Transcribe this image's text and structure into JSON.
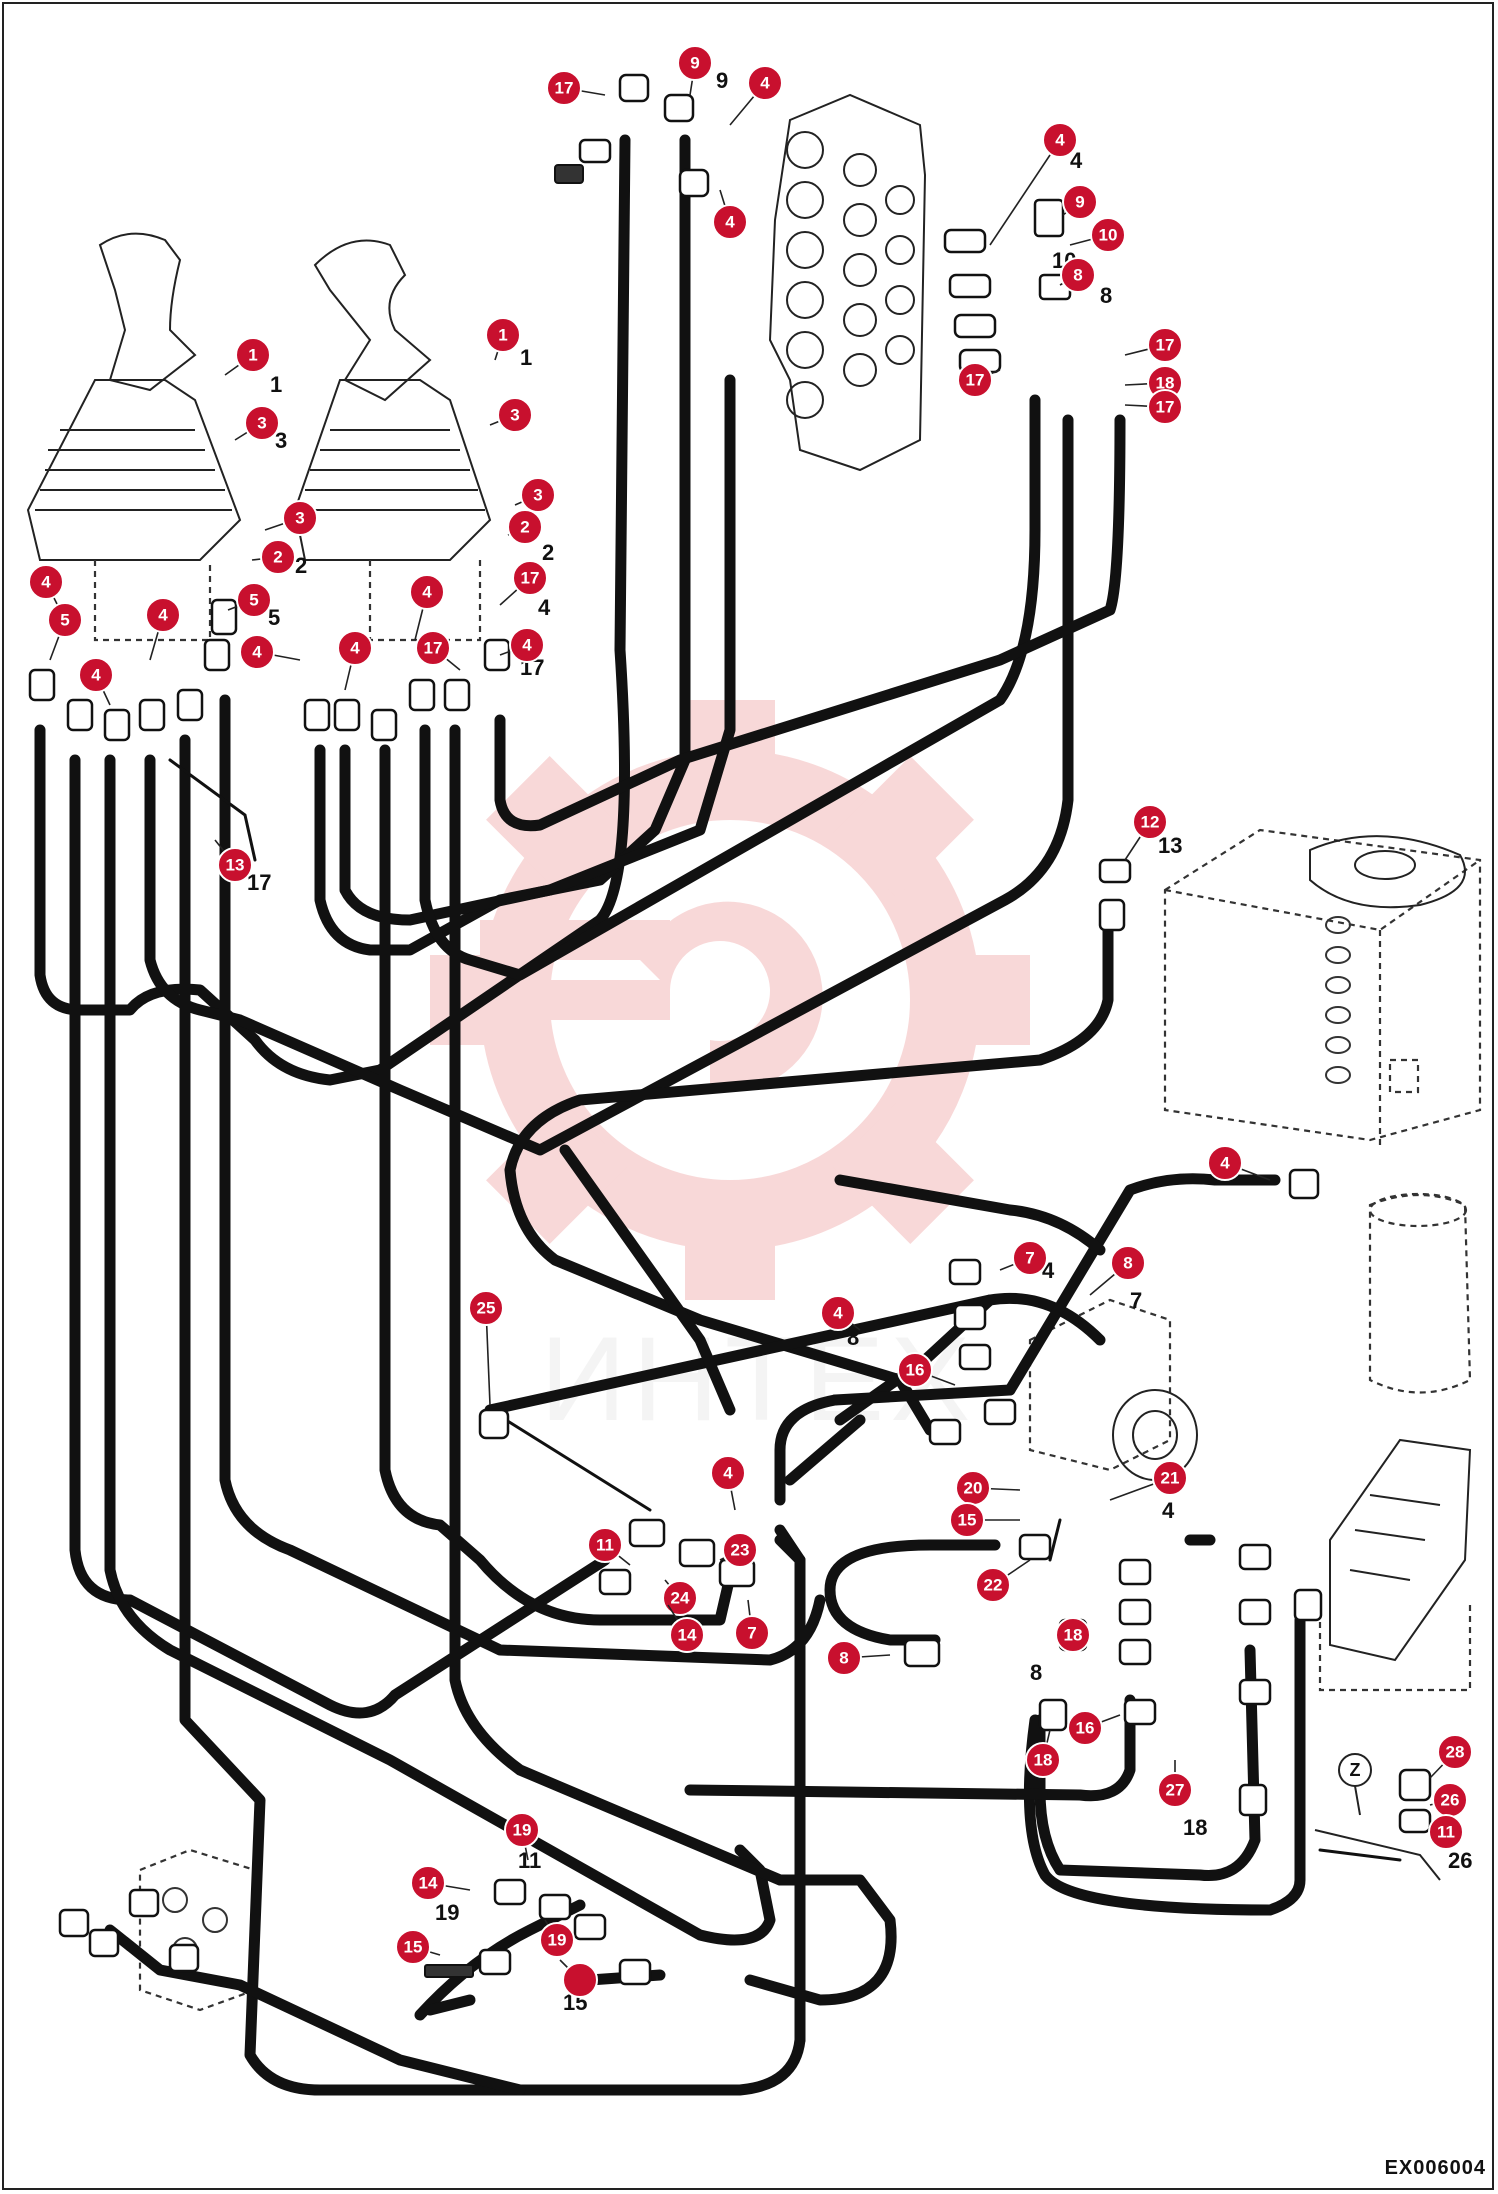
{
  "reference_code": "EX006004",
  "watermark": "ИНТЕХ",
  "view_marker": "Z",
  "callouts": [
    {
      "id": "c1",
      "label": "17"
    },
    {
      "id": "c2",
      "label": "9"
    },
    {
      "id": "c3",
      "label": "4"
    },
    {
      "id": "c4",
      "label": "4"
    },
    {
      "id": "c5",
      "label": "4"
    },
    {
      "id": "c6",
      "label": "9"
    },
    {
      "id": "c7",
      "label": "10"
    },
    {
      "id": "c8",
      "label": "8"
    },
    {
      "id": "c9",
      "label": "17"
    },
    {
      "id": "c10",
      "label": "18"
    },
    {
      "id": "c11",
      "label": "17"
    },
    {
      "id": "c12",
      "label": "17"
    },
    {
      "id": "c13",
      "label": "1"
    },
    {
      "id": "c14",
      "label": "3"
    },
    {
      "id": "c15",
      "label": "3"
    },
    {
      "id": "c16",
      "label": "2"
    },
    {
      "id": "c17",
      "label": "4"
    },
    {
      "id": "c18",
      "label": "5"
    },
    {
      "id": "c19",
      "label": "4"
    },
    {
      "id": "c20",
      "label": "5"
    },
    {
      "id": "c21",
      "label": "4"
    },
    {
      "id": "c22",
      "label": "4"
    },
    {
      "id": "c23",
      "label": "1"
    },
    {
      "id": "c24",
      "label": "3"
    },
    {
      "id": "c25",
      "label": "3"
    },
    {
      "id": "c26",
      "label": "2"
    },
    {
      "id": "c27",
      "label": "4"
    },
    {
      "id": "c28",
      "label": "4"
    },
    {
      "id": "c29",
      "label": "17"
    },
    {
      "id": "c30",
      "label": "4"
    },
    {
      "id": "c31",
      "label": "17"
    },
    {
      "id": "c32",
      "label": "13"
    },
    {
      "id": "c33",
      "label": "12"
    },
    {
      "id": "c34",
      "label": "4"
    },
    {
      "id": "c35",
      "label": "7"
    },
    {
      "id": "c36",
      "label": "8"
    },
    {
      "id": "c37",
      "label": "4"
    },
    {
      "id": "c38",
      "label": "16"
    },
    {
      "id": "c39",
      "label": "25"
    },
    {
      "id": "c40",
      "label": "4"
    },
    {
      "id": "c41",
      "label": "21"
    },
    {
      "id": "c42",
      "label": "20"
    },
    {
      "id": "c43",
      "label": "15"
    },
    {
      "id": "c44",
      "label": "11"
    },
    {
      "id": "c45",
      "label": "23"
    },
    {
      "id": "c46",
      "label": "24"
    },
    {
      "id": "c47",
      "label": "14"
    },
    {
      "id": "c48",
      "label": "7"
    },
    {
      "id": "c49",
      "label": "22"
    },
    {
      "id": "c50",
      "label": "8"
    },
    {
      "id": "c51",
      "label": "18"
    },
    {
      "id": "c52",
      "label": "16"
    },
    {
      "id": "c53",
      "label": "18"
    },
    {
      "id": "c54",
      "label": "27"
    },
    {
      "id": "c55",
      "label": "28"
    },
    {
      "id": "c56",
      "label": "26"
    },
    {
      "id": "c57",
      "label": "11"
    },
    {
      "id": "c58",
      "label": "19"
    },
    {
      "id": "c59",
      "label": "14"
    },
    {
      "id": "c60",
      "label": "19"
    },
    {
      "id": "c61",
      "label": "15"
    }
  ],
  "plain_labels": [
    {
      "id": "p1",
      "label": "9"
    },
    {
      "id": "p2",
      "label": "4"
    },
    {
      "id": "p3",
      "label": "10"
    },
    {
      "id": "p4",
      "label": "8"
    },
    {
      "id": "p5",
      "label": "1"
    },
    {
      "id": "p6",
      "label": "3"
    },
    {
      "id": "p7",
      "label": "2"
    },
    {
      "id": "p8",
      "label": "5"
    },
    {
      "id": "p9",
      "label": "1"
    },
    {
      "id": "p10",
      "label": "2"
    },
    {
      "id": "p11",
      "label": "4"
    },
    {
      "id": "p12",
      "label": "17"
    },
    {
      "id": "p13",
      "label": "17"
    },
    {
      "id": "p14",
      "label": "13"
    },
    {
      "id": "p15",
      "label": "7"
    },
    {
      "id": "p16",
      "label": "8"
    },
    {
      "id": "p17",
      "label": "4"
    },
    {
      "id": "p18",
      "label": "4"
    },
    {
      "id": "p19",
      "label": "8"
    },
    {
      "id": "p20",
      "label": "18"
    },
    {
      "id": "p21",
      "label": "26"
    },
    {
      "id": "p22",
      "label": "11"
    },
    {
      "id": "p23",
      "label": "19"
    },
    {
      "id": "p24",
      "label": "15"
    }
  ]
}
